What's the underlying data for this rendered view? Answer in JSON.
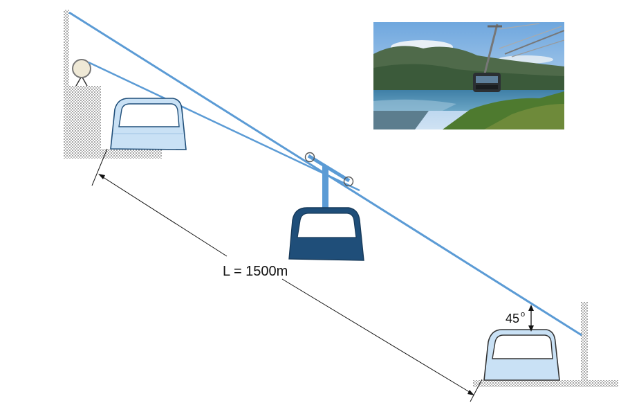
{
  "diagram": {
    "length_label": "L = 1500m",
    "angle_value": "45",
    "angle_degree_mark": "o"
  },
  "colors": {
    "cable": "#5b9bd5",
    "moving_cabin": "#1f4e79",
    "station_cabin": "#c9e1f5",
    "hatch": "#777777"
  },
  "photo": {
    "description_icon": "cable-car-over-fjord-photo"
  }
}
